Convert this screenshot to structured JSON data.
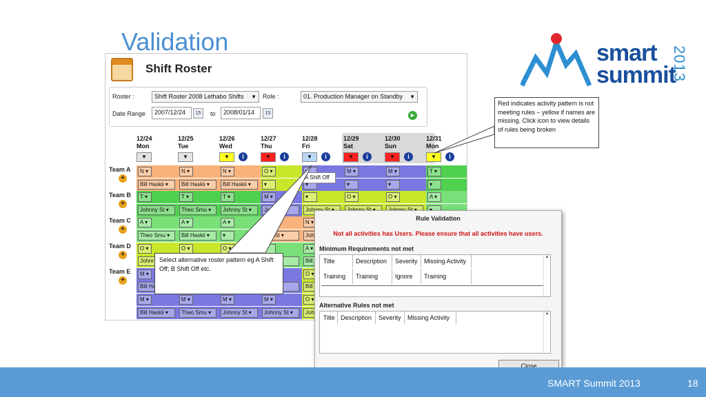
{
  "slide": {
    "title": "Validation",
    "footer_text": "SMART Summit 2013",
    "page_number": "18"
  },
  "logo": {
    "line1": "smart",
    "line2": "summit",
    "year": "2013"
  },
  "roster_window": {
    "title": "Shift Roster",
    "roster_label": "Roster :",
    "roster_value": "Shift Roster 2008 Lethabo Shifts",
    "role_label": "Role :",
    "role_value": "01. Production Manager on Standby",
    "date_range_label": "Date Range",
    "date_from": "2007/12/24",
    "date_to_label": "to",
    "date_to": "2008/01/14",
    "calendar_icon_text": "15",
    "days": [
      {
        "date": "12/24",
        "dow": "Mon",
        "status": "gray"
      },
      {
        "date": "12/25",
        "dow": "Tue",
        "status": "gray"
      },
      {
        "date": "12/26",
        "dow": "Wed",
        "status": "yellow"
      },
      {
        "date": "12/27",
        "dow": "Thu",
        "status": "red"
      },
      {
        "date": "12/28",
        "dow": "Fri",
        "status": "blue"
      },
      {
        "date": "12/29",
        "dow": "Sat",
        "status": "red"
      },
      {
        "date": "12/30",
        "dow": "Sun",
        "status": "red"
      },
      {
        "date": "12/31",
        "dow": "Mon",
        "status": "yellow"
      }
    ],
    "teams": [
      "Team A",
      "Team B",
      "Team C",
      "Team D",
      "Team E"
    ],
    "rows": [
      {
        "cells": [
          {
            "t": "N",
            "c": "#f9b27a"
          },
          {
            "t": "N",
            "c": "#f9b27a"
          },
          {
            "t": "N",
            "c": "#f9b27a"
          },
          {
            "t": "O",
            "c": "#c8e62a"
          },
          {
            "t": "",
            "c": "#7a78e0"
          },
          {
            "t": "M",
            "c": "#7a78e0"
          },
          {
            "t": "M",
            "c": "#7a78e0"
          },
          {
            "t": "T",
            "c": "#4fd04f"
          }
        ]
      },
      {
        "cells": [
          {
            "t": "Bill Haskii",
            "c": "#f9b27a"
          },
          {
            "t": "Bill Haskii",
            "c": "#f9b27a"
          },
          {
            "t": "Bill Haskii",
            "c": "#f9b27a"
          },
          {
            "t": "",
            "c": "#c8e62a"
          },
          {
            "t": "",
            "c": "#7a78e0"
          },
          {
            "t": "",
            "c": "#7a78e0"
          },
          {
            "t": "",
            "c": "#7a78e0"
          },
          {
            "t": "",
            "c": "#4fd04f"
          }
        ]
      },
      {
        "cells": [
          {
            "t": "T",
            "c": "#4fd04f"
          },
          {
            "t": "T",
            "c": "#4fd04f"
          },
          {
            "t": "T",
            "c": "#4fd04f"
          },
          {
            "t": "M",
            "c": "#7a78e0"
          },
          {
            "t": "",
            "c": "#c8e62a"
          },
          {
            "t": "O",
            "c": "#c8e62a"
          },
          {
            "t": "O",
            "c": "#c8e62a"
          },
          {
            "t": "A",
            "c": "#79e079"
          }
        ]
      },
      {
        "cells": [
          {
            "t": "Johnny St",
            "c": "#4fd04f"
          },
          {
            "t": "Theo Smu",
            "c": "#4fd04f"
          },
          {
            "t": "Johnny St",
            "c": "#4fd04f"
          },
          {
            "t": "Johr",
            "c": "#7a78e0"
          },
          {
            "t": "Johnny St",
            "c": "#c8e62a"
          },
          {
            "t": "Johnny St",
            "c": "#c8e62a"
          },
          {
            "t": "Johnny St",
            "c": "#c8e62a"
          },
          {
            "t": "",
            "c": "#79e079"
          }
        ]
      },
      {
        "cells": [
          {
            "t": "A",
            "c": "#79e079"
          },
          {
            "t": "A",
            "c": "#79e079"
          },
          {
            "t": "A",
            "c": "#79e079"
          },
          {
            "t": "",
            "c": "#f9b27a"
          },
          {
            "t": "N",
            "c": "#f9b27a"
          },
          {
            "t": "",
            "c": "#f9b27a"
          },
          {
            "t": "",
            "c": "#f9b27a"
          },
          {
            "t": "",
            "c": "#f9b27a"
          }
        ]
      },
      {
        "cells": [
          {
            "t": "Theo Smu",
            "c": "#79e079"
          },
          {
            "t": "Bill Haskii",
            "c": "#79e079"
          },
          {
            "t": "",
            "c": "#79e079"
          },
          {
            "t": "hny St",
            "c": "#f9b27a"
          },
          {
            "t": "Johr",
            "c": "#f9b27a"
          },
          {
            "t": "",
            "c": "#f9b27a"
          },
          {
            "t": "",
            "c": "#f9b27a"
          },
          {
            "t": "",
            "c": "#f9b27a"
          }
        ]
      },
      {
        "cells": [
          {
            "t": "O",
            "c": "#c8e62a"
          },
          {
            "t": "O",
            "c": "#c8e62a"
          },
          {
            "t": "O",
            "c": "#c8e62a"
          },
          {
            "t": "",
            "c": "#79e079"
          },
          {
            "t": "A",
            "c": "#79e079"
          },
          {
            "t": "",
            "c": "#79e079"
          },
          {
            "t": "",
            "c": "#79e079"
          },
          {
            "t": "",
            "c": "#79e079"
          }
        ]
      },
      {
        "cells": [
          {
            "t": "Johnr",
            "c": "#c8e62a"
          },
          {
            "t": "",
            "c": "#c8e62a"
          },
          {
            "t": "",
            "c": "#c8e62a"
          },
          {
            "t": "kii",
            "c": "#79e079"
          },
          {
            "t": "Bill I",
            "c": "#79e079"
          },
          {
            "t": "",
            "c": "#79e079"
          },
          {
            "t": "",
            "c": "#79e079"
          },
          {
            "t": "",
            "c": "#79e079"
          }
        ]
      },
      {
        "cells": [
          {
            "t": "M",
            "c": "#7a78e0"
          },
          {
            "t": "",
            "c": "#7a78e0"
          },
          {
            "t": "",
            "c": "#7a78e0"
          },
          {
            "t": "",
            "c": "#7a78e0"
          },
          {
            "t": "O",
            "c": "#c8e62a"
          },
          {
            "t": "",
            "c": "#c8e62a"
          },
          {
            "t": "",
            "c": "#c8e62a"
          },
          {
            "t": "",
            "c": "#c8e62a"
          }
        ]
      },
      {
        "cells": [
          {
            "t": "Bill Ha",
            "c": "#7a78e0"
          },
          {
            "t": "",
            "c": "#7a78e0"
          },
          {
            "t": "",
            "c": "#7a78e0"
          },
          {
            "t": "kii",
            "c": "#7a78e0"
          },
          {
            "t": "Bill I",
            "c": "#c8e62a"
          },
          {
            "t": "",
            "c": "#c8e62a"
          },
          {
            "t": "",
            "c": "#c8e62a"
          },
          {
            "t": "",
            "c": "#c8e62a"
          }
        ]
      },
      {
        "cells": [
          {
            "t": "M",
            "c": "#7a78e0"
          },
          {
            "t": "M",
            "c": "#7a78e0"
          },
          {
            "t": "M",
            "c": "#7a78e0"
          },
          {
            "t": "M",
            "c": "#7a78e0"
          },
          {
            "t": "O",
            "c": "#c8e62a"
          },
          {
            "t": "",
            "c": "#c8e62a"
          },
          {
            "t": "",
            "c": "#c8e62a"
          },
          {
            "t": "",
            "c": "#c8e62a"
          }
        ]
      },
      {
        "cells": [
          {
            "t": "Bill Haskii",
            "c": "#7a78e0"
          },
          {
            "t": "Theo Smu",
            "c": "#7a78e0"
          },
          {
            "t": "Johnny St",
            "c": "#7a78e0"
          },
          {
            "t": "Johnny St",
            "c": "#7a78e0"
          },
          {
            "t": "Johr",
            "c": "#c8e62a"
          },
          {
            "t": "",
            "c": "#c8e62a"
          },
          {
            "t": "",
            "c": "#c8e62a"
          },
          {
            "t": "",
            "c": "#c8e62a"
          }
        ]
      }
    ],
    "popup_option": "A Shift Off"
  },
  "callouts": {
    "status_note": "Red indicates activity pattern is not meeting rules – yellow if names are missing.  Click icon to view details of rules being broken",
    "pattern_note": "Select alternative roster pattern eg A Shift Off; B Shift Off etc."
  },
  "rule_dialog": {
    "title": "Rule Validation",
    "warning": "Not all activities has Users. Please ensure that all activities have users.",
    "min_section": "Minimum Requirements not met",
    "min_headers": [
      "Title",
      "Description",
      "Severity",
      "Missing Activity"
    ],
    "min_row": [
      "Training",
      "Training",
      "Ignore",
      "Training"
    ],
    "alt_section": "Alternative Rules not met",
    "alt_headers": [
      "Title",
      "Description",
      "Severity",
      "Missing Activity"
    ],
    "close_label": "Close"
  },
  "colors": {
    "title_blue": "#4b8fd1",
    "footer_blue": "#5b9bd5",
    "logo_navy": "#1a4f9c",
    "logo_red": "#e2262d",
    "warn_red": "#d01515"
  }
}
